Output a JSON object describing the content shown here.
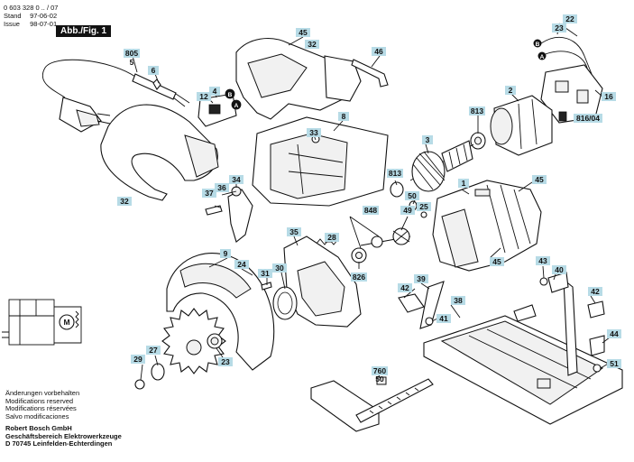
{
  "header": {
    "doc_number": "0 603 328 0 .. / 07",
    "stand_label": "Stand",
    "stand_date": "97-06-02",
    "issue_label": "Issue",
    "issue_date": "98-07-01",
    "figure_tab": "Abb./Fig. 1"
  },
  "notes": [
    "Änderungen vorbehalten",
    "Modifications reserved",
    "Modifications réservées",
    "Salvo modificaciones"
  ],
  "company": [
    "Robert Bosch GmbH",
    "Geschäftsbereich Elektrowerkzeuge",
    "D 70745 Leinfelden-Echterdingen"
  ],
  "callouts": {
    "c805": "805",
    "c5": "5",
    "c6": "6",
    "c45a": "45",
    "c32a": "32",
    "c46": "46",
    "c22": "22",
    "c23": "23",
    "c4": "4",
    "c12": "12",
    "c33": "33",
    "c8": "8",
    "c2": "2",
    "c813a": "813",
    "c16": "16",
    "c816": "816/04",
    "c3": "3",
    "c37": "37",
    "c36": "36",
    "c34": "34",
    "c813b": "813",
    "c50": "50",
    "c25": "25",
    "c1": "1",
    "c45b": "45",
    "c32b": "32",
    "c848": "848",
    "c49": "49",
    "c35": "35",
    "c28": "28",
    "c9": "9",
    "c24": "24",
    "c31": "31",
    "c30": "30",
    "c826": "826",
    "c45c": "45",
    "c43": "43",
    "c40": "40",
    "c39": "39",
    "c42a": "42",
    "c42b": "42",
    "c38": "38",
    "c41": "41",
    "c27": "27",
    "c29": "29",
    "c23b": "23",
    "c44": "44",
    "c51": "51",
    "c760": "760",
    "c50b": "50"
  },
  "connectors": {
    "A": "A",
    "B": "B"
  },
  "symbols": {
    "motor": "M"
  }
}
